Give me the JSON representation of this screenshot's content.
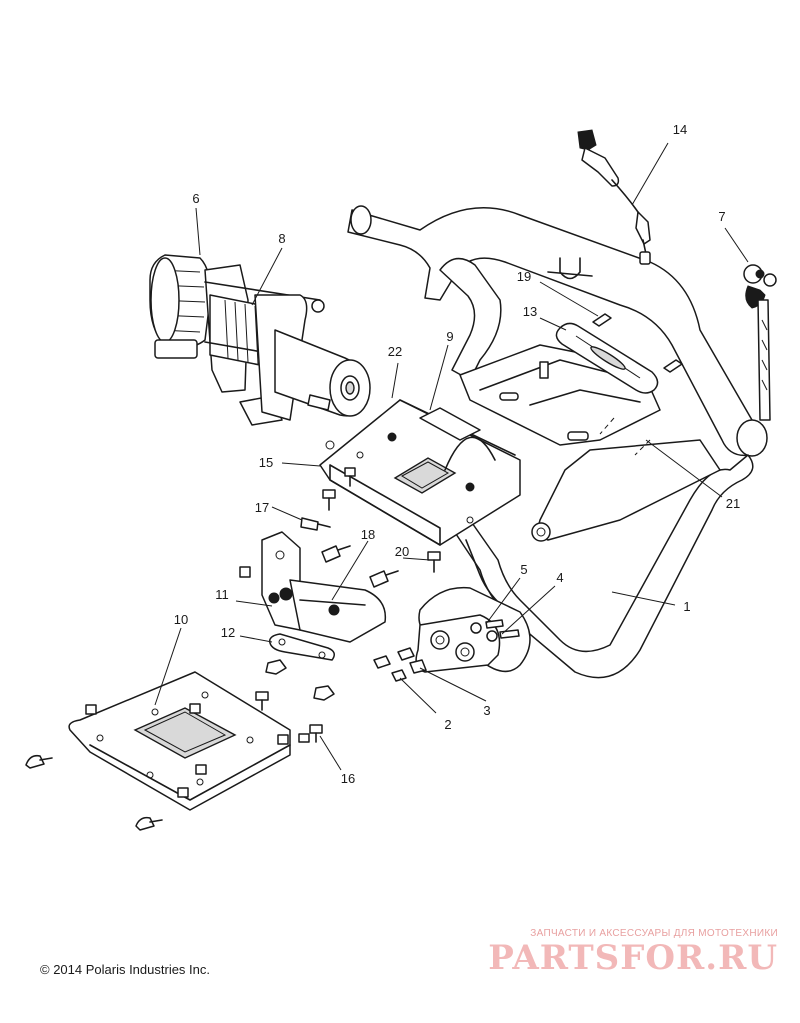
{
  "callouts": [
    {
      "id": "c1",
      "label": "1"
    },
    {
      "id": "c2",
      "label": "2"
    },
    {
      "id": "c3",
      "label": "3"
    },
    {
      "id": "c4",
      "label": "4"
    },
    {
      "id": "c5",
      "label": "5"
    },
    {
      "id": "c6",
      "label": "6"
    },
    {
      "id": "c7",
      "label": "7"
    },
    {
      "id": "c8",
      "label": "8"
    },
    {
      "id": "c9",
      "label": "9"
    },
    {
      "id": "c10",
      "label": "10"
    },
    {
      "id": "c11",
      "label": "11"
    },
    {
      "id": "c12",
      "label": "12"
    },
    {
      "id": "c13",
      "label": "13"
    },
    {
      "id": "c14",
      "label": "14"
    },
    {
      "id": "c15",
      "label": "15"
    },
    {
      "id": "c16",
      "label": "16"
    },
    {
      "id": "c17",
      "label": "17"
    },
    {
      "id": "c18",
      "label": "18"
    },
    {
      "id": "c19",
      "label": "19"
    },
    {
      "id": "c20",
      "label": "20"
    },
    {
      "id": "c21",
      "label": "21"
    },
    {
      "id": "c22",
      "label": "22"
    }
  ],
  "copyright": "© 2014 Polaris Industries Inc.",
  "watermark": {
    "tagline": "ЗАПЧАСТИ И АКСЕССУАРЫ ДЛЯ МОТОТЕХНИКИ",
    "logo": "PARTSFOR.RU"
  }
}
